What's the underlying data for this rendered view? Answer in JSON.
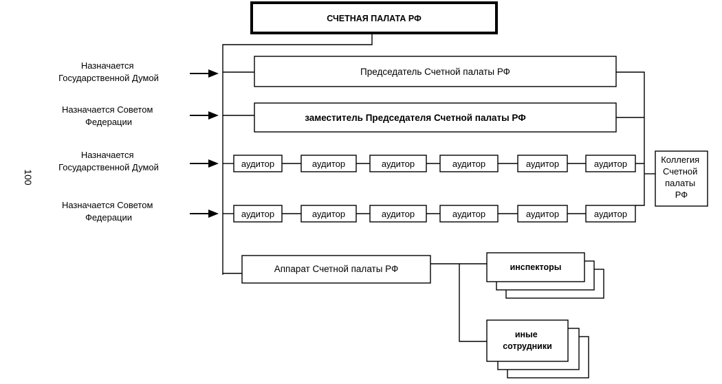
{
  "title": "СЧЕТНАЯ ПАЛАТА РФ",
  "page_number": "100",
  "left_labels": [
    [
      "Назначается",
      "Государственной Думой"
    ],
    [
      "Назначается Советом",
      "Федерации"
    ],
    [
      "Назначается",
      "Государственной Думой"
    ],
    [
      "Назначается Советом",
      "Федерации"
    ]
  ],
  "chairman": "Председатель Счетной палаты РФ",
  "deputy": "заместитель Председателя Счетной палаты РФ",
  "auditor": "аудитор",
  "auditor_rows": [
    [
      "аудитор",
      "аудитор",
      "аудитор",
      "аудитор",
      "аудитор",
      "аудитор"
    ],
    [
      "аудитор",
      "аудитор",
      "аудитор",
      "аудитор",
      "аудитор",
      "аудитор"
    ]
  ],
  "collegium": [
    "Коллегия",
    "Счетной",
    "палаты",
    "РФ"
  ],
  "apparatus": "Аппарат Счетной палаты РФ",
  "inspectors": "инспекторы",
  "other_staff": [
    "иные",
    "сотрудники"
  ]
}
